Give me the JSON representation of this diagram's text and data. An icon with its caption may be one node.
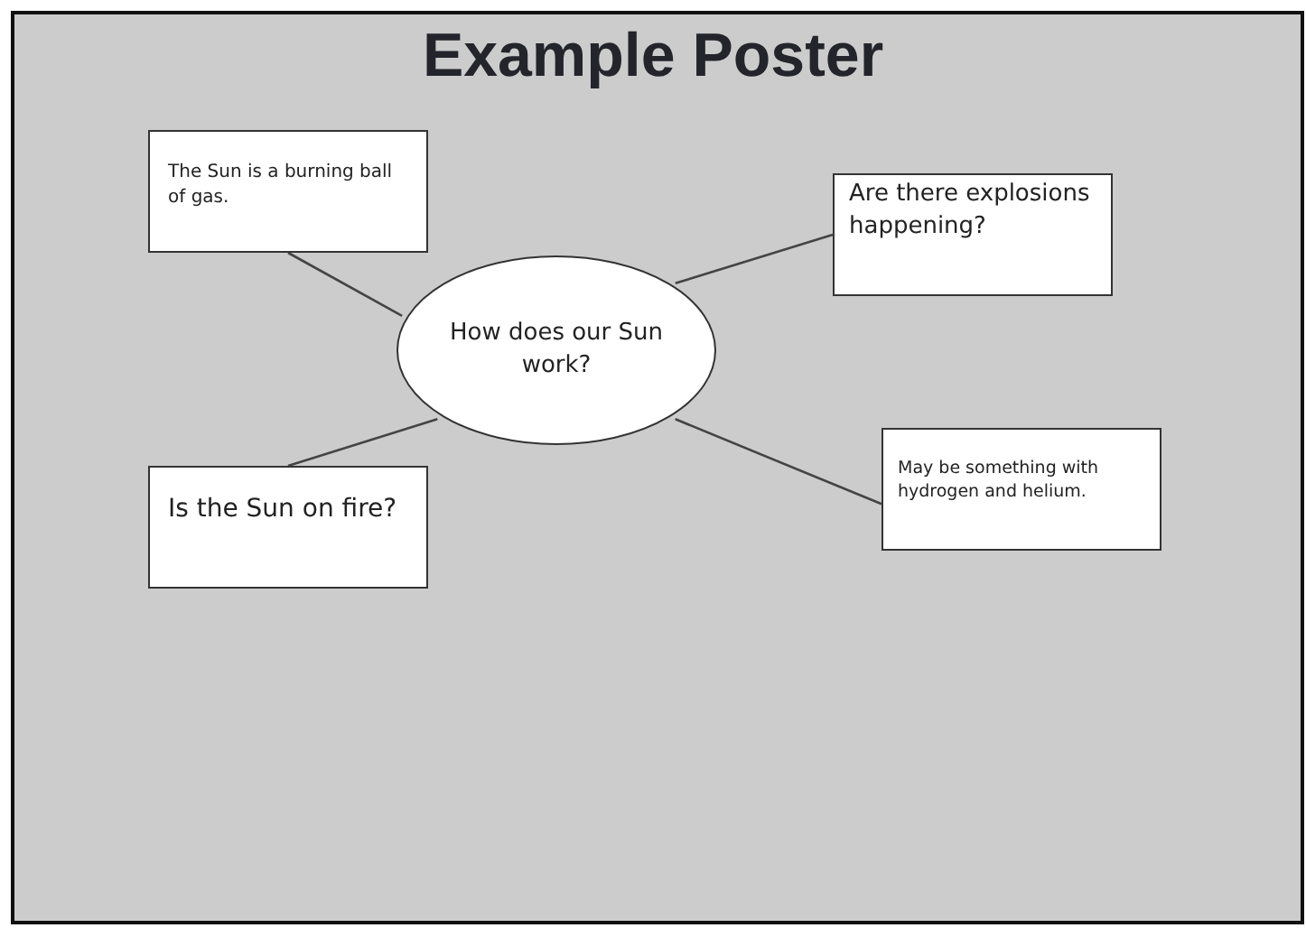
{
  "diagram": {
    "title": "Example Poster",
    "nodes": [
      {
        "text": [
          "The Sun is a burning ball of gas."
        ]
      },
      {
        "text": [
          "Are there explosions happening?"
        ]
      },
      {
        "text": [
          "How does our Sun work?"
        ]
      },
      {
        "text": [
          "Is the Sun on fire?"
        ]
      },
      {
        "text": [
          "May be something with hydrogen and helium."
        ]
      }
    ],
    "edges": [
      {
        "from": 2,
        "to": 0,
        "arrow": "none"
      },
      {
        "from": 2,
        "to": 1,
        "arrow": "none"
      },
      {
        "from": 2,
        "to": 3,
        "arrow": "none"
      },
      {
        "from": 2,
        "to": 4,
        "arrow": "none"
      }
    ]
  }
}
